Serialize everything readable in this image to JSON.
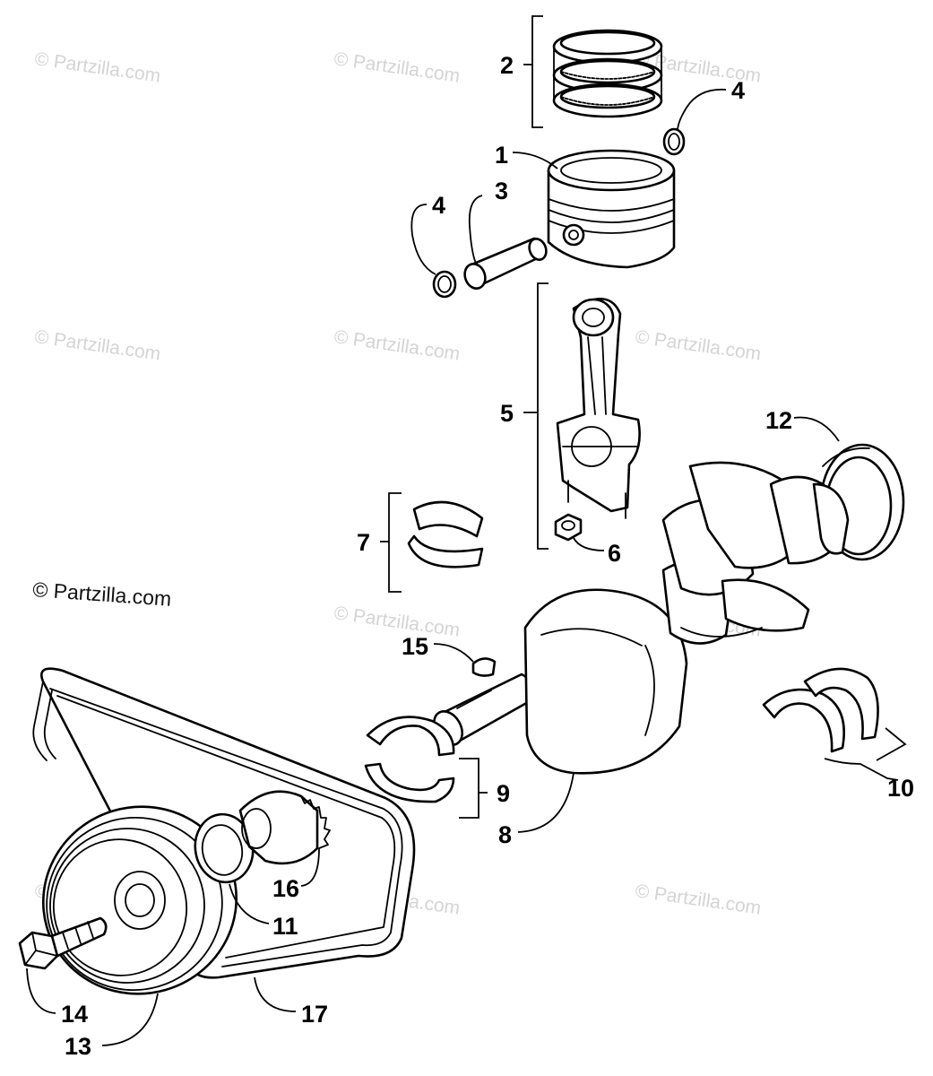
{
  "watermark_text": "© Partzilla.com",
  "copyright": "© Partzilla.com",
  "callouts": {
    "c1": "1",
    "c2": "2",
    "c3": "3",
    "c4a": "4",
    "c4b": "4",
    "c5": "5",
    "c6": "6",
    "c7": "7",
    "c8": "8",
    "c9": "9",
    "c10": "10",
    "c11": "11",
    "c12": "12",
    "c13": "13",
    "c14": "14",
    "c15": "15",
    "c16": "16",
    "c17": "17"
  },
  "parts": {
    "p1": "piston",
    "p2": "piston-ring-set",
    "p3": "piston-pin",
    "p4": "circlip",
    "p5": "connecting-rod",
    "p6": "connecting-rod-nut",
    "p7": "connecting-rod-bearing-set",
    "p8": "crankshaft",
    "p9": "bearing-set",
    "p10": "thrust-washer-set",
    "p11": "oil-seal",
    "p12": "seal-ring",
    "p13": "pulley",
    "p14": "bolt",
    "p15": "woodruff-key",
    "p16": "timing-sprocket",
    "p17": "drive-belt"
  }
}
